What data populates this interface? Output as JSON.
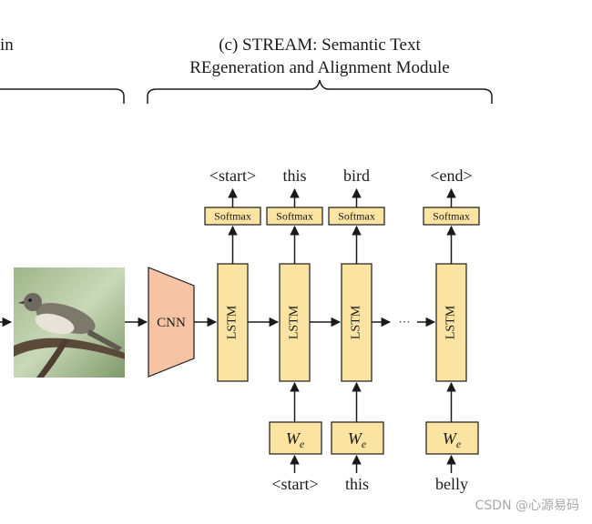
{
  "left_section_fragment": "in",
  "module": {
    "title_line1": "(c) STREAM: Semantic Text",
    "title_line2": "REgeneration and Alignment Module"
  },
  "cnn": {
    "label": "CNN"
  },
  "lstm": {
    "label": "LSTM"
  },
  "softmax": {
    "label": "Softmax"
  },
  "embedding": {
    "label": "W",
    "subscript": "e"
  },
  "ellipsis": "···",
  "outputs": [
    "<start>",
    "this",
    "bird",
    "<end>"
  ],
  "inputs": [
    "<start>",
    "this",
    "belly"
  ],
  "watermark": "CSDN @心源易码",
  "colors": {
    "lstm_fill": "#fbe3a1",
    "softmax_fill": "#fbe3a1",
    "embedding_fill": "#fbe3a1",
    "cnn_fill": "#f6c4a4",
    "stroke": "#1a1a1a"
  }
}
